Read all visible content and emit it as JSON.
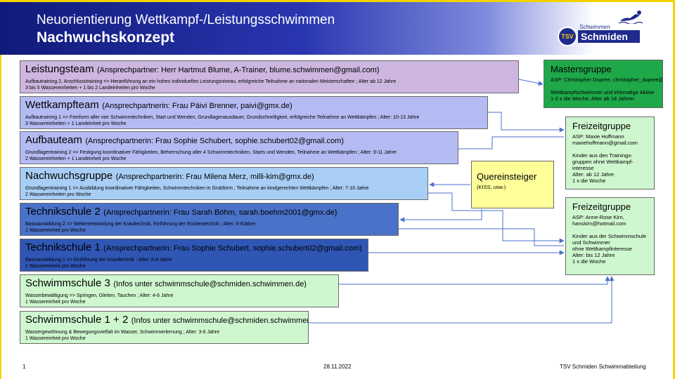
{
  "header": {
    "title": "Neuorientierung Wettkampf-/Leistungsschwimmen",
    "subtitle": "Nachwuchskonzept"
  },
  "logo": {
    "tsv": "TSV",
    "top": "Schwimmen",
    "main": "Schmiden"
  },
  "colors": {
    "leistungsteam": "#cdb6df",
    "wettkampfteam": "#b4bbf3",
    "aufbauteam": "#b4bbf3",
    "nachwuchsgruppe": "#a9cef5",
    "technikschule2": "#4a72c8",
    "technikschule1": "#2f56b4",
    "schwimmschule3": "#cff7cf",
    "schwimmschule12": "#cff7cf",
    "masters": "#1ea84a",
    "freizeit": "#cff7cf",
    "quereinsteiger": "#ffff9a",
    "arrow": "#4a72c8"
  },
  "levels": [
    {
      "name": "Leistungsteam",
      "contact": "(Ansprechpartner: Herr Hartmut Blume, A-Trainer, blume.schwimmen@gmail.com)",
      "desc1": "Aufbautraining 2, Anschlusstraining => Heranführung an ein hohes individuelles Leistungsniveau, erfolgreiche Teilnahme an nationalen Meisterschaften ; Alter ab 12 Jahre",
      "desc2": "3 bis 5 Wassereinheiten + 1 bis 2 Landeinheiten pro Woche"
    },
    {
      "name": "Wettkampfteam",
      "contact": "(Ansprechpartnerin: Frau Päivi Brenner, paivi@gmx.de)",
      "desc1": "Aufbautraining 1 => Feinform aller vier Schwimmtechniken, Start und Wenden, Grundlagenausdauer, Grundschnelligkeit, erfolgreiche Teilnahme an Wettkämpfen ; Alter: 10-13 Jahre",
      "desc2": "3 Wassereinheiten + 1 Landeinheit pro Woche"
    },
    {
      "name": "Aufbauteam",
      "contact": "(Ansprechpartnerin: Frau Sophie Schubert, sophie.schubert02@gmail.com)",
      "desc1": "Grundlagentraining 2 => Festigung koordinativer Fähigkeiten, Beherrschung aller 4 Schwimmtechniken, Starts und Wenden, Teilnahme an Wettkämpfen ; Alter: 9-11 Jahre",
      "desc2": "2 Wassereinheiten + 1 Landeinheit pro Woche"
    },
    {
      "name": "Nachwuchsgruppe",
      "contact": "(Ansprechpartnerin: Frau Milena Merz, milli-kim@gmx.de)",
      "desc1": "Grundlagentraining 1 => Ausbildung koordinativer Fähigkeiten, Schwimmtechniken in Grobform ; Teilnahme an kindgerechten Wettkämpfen ; Alter: 7-10 Jahre",
      "desc2": "2 Wassereinheiten pro Woche"
    },
    {
      "name": "Technikschule 2",
      "contact": "(Ansprechpartnerin: Frau Sarah Böhm, sarah.boehm2001@gmx.de)",
      "desc1": "Basisausbildung 2 => Weiterentwicklung der Kraultechnik, Einführung der Rückentechnik ; Alter: 6-8Jahre",
      "desc2": "1 Wassereinheit pro Woche"
    },
    {
      "name": "Technikschule 1",
      "contact": "(Ansprechpartnerin: Frau Sophie Schubert, sophie.schubert02@gmail.com)",
      "desc1": "Basisausbildung 1 => Einführung der Kraultechnik ; Alter: 6-8 Jahre",
      "desc2": "1 Wassereinheit pro Woche"
    },
    {
      "name": "Schwimmschule 3",
      "contact": "(Infos unter schwimmschule@schmiden.schwimmen.de)",
      "desc1": "Wasserbewältigung => Springen, Gleiten, Tauchen ; Alter: 4-6 Jahre",
      "desc2": "1 Wassereinheit pro Woche"
    },
    {
      "name": "Schwimmschule 1 + 2",
      "contact": "(Infos unter schwimmschule@schmiden.schwimmen.de)",
      "desc1": "Wassergewöhnung & Bewegungsvielfalt im Wasser, Schwimmerlernung ; Alter: 3-6 Jahre",
      "desc2": "1 Wassereinheit pro Woche"
    }
  ],
  "masters": {
    "title": "Mastersgruppe",
    "body": "ASP: Christopher Dupree, christopher_dupree@hotmail.com\n\nWettkampfschwimmer und ehemalige Aktive\n1-2 x die Woche; Alter ab 18 Jahren"
  },
  "freizeit1": {
    "title": "Freizeitgruppe",
    "body": "ASP: Maxie Hoffmann\nmaxiehoffmann@gmail.com\n\nKinder aus den Trainings-\ngruppen ohne Wettkampf-\ninteresse\nAlter: ab 12 Jahre\n1 x die Woche"
  },
  "freizeit2": {
    "title": "Freizeitgruppe",
    "body": "ASP: Anne-Rose Kirn,\nhanskirn@hotmail.com\n\nKinder aus der Schwimmschule\nund Schwimmer\nohne Wettkampfinteresse\nAlter: bis 12 Jahre\n1 x die Woche"
  },
  "quereinsteiger": {
    "title": "Quereinsteiger",
    "sub": "(KISS, usw.)"
  },
  "footer": {
    "page": "1",
    "date": "28.11.2022",
    "org": "TSV Schmiden Schwimmabteilung"
  }
}
